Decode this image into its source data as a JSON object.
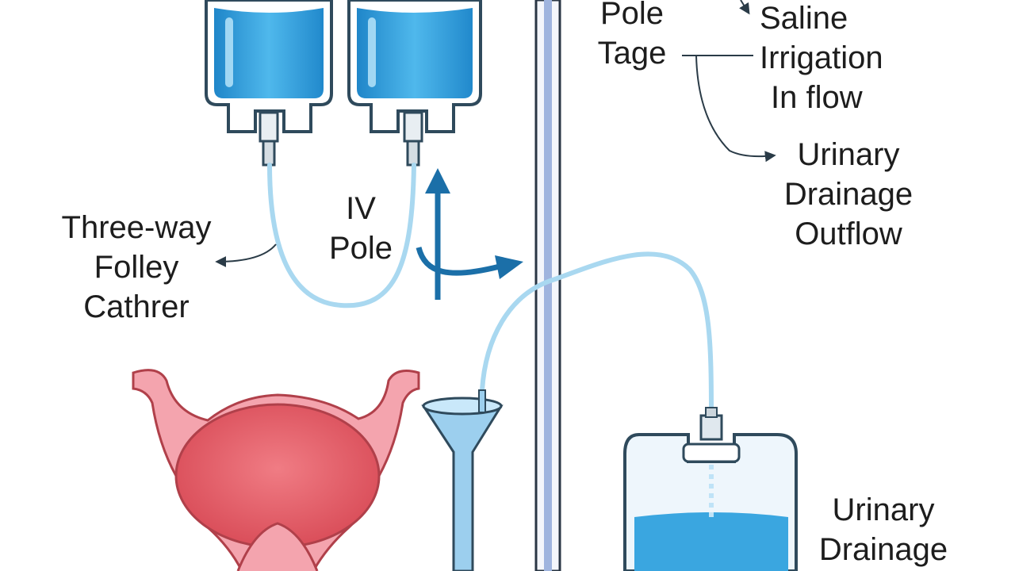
{
  "labels": {
    "three_way_foley": [
      "Three-way",
      "Folley",
      "Cathrer"
    ],
    "iv_pole": [
      "IV",
      "Pole"
    ],
    "pole_tage": [
      "Pole",
      "Tage"
    ],
    "saline_inflow": [
      "Saline",
      "Irrigation",
      "In flow"
    ],
    "urinary_outflow": [
      "Urinary",
      "Drainage",
      "Outflow"
    ],
    "urinary_bag": [
      "Urinary",
      "Drainage"
    ]
  },
  "colors": {
    "saline_fluid": "#3aa6e0",
    "tubing": "#a9d8f0",
    "pole": "#9fb4de",
    "bladder": "#e0606a",
    "bladder_wall": "#f0a8b0",
    "outline": "#2f4a5c",
    "arrow": "#1b6fa8"
  },
  "icons": [
    "saline-bag-icon",
    "drainage-bag-icon",
    "bladder-icon",
    "funnel-icon",
    "flow-arrow-icon"
  ]
}
